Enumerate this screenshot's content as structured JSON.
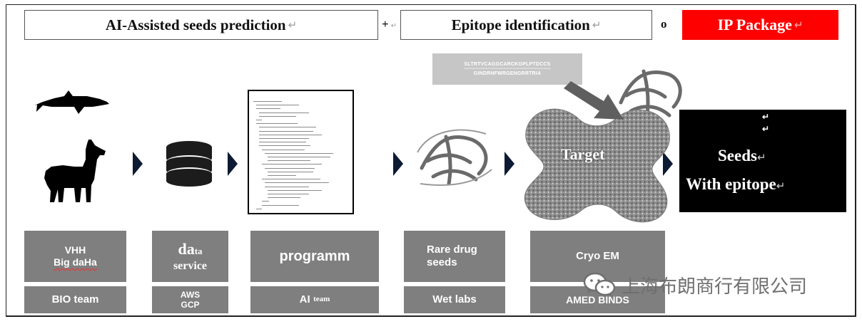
{
  "headers": {
    "ai_assisted": "AI-Assisted seeds prediction",
    "epitope": "Epitope identification",
    "ip_package": "IP Package",
    "plus_operator": "+",
    "o_operator": "o",
    "return_mark": "↵"
  },
  "sequence": {
    "line1": "SLTRTVCAGGCARCKGPLPTDCCS",
    "line2": "------------------------------------------------",
    "line3": "GINDRNFWRGENGRRTRIA"
  },
  "target_label": "Target",
  "seeds_panel": {
    "line1": "Seeds",
    "line2": "With epitope",
    "return_mark": "↵"
  },
  "columns": [
    {
      "top_line1": "VHH",
      "top_line2": "Big daHa",
      "bottom": "BIO team"
    },
    {
      "top_big": "da",
      "top_small": "ta",
      "top_line2": "service",
      "bottom_line1": "AWS",
      "bottom_line2": "GCP"
    },
    {
      "top": "programm",
      "bottom_big": "AI",
      "bottom_small": "team"
    },
    {
      "top_line1": "Rare drug",
      "top_line2": "seeds",
      "bottom": "Wet labs"
    },
    {
      "top": "Cryo EM",
      "bottom": "AMED BINDS"
    }
  ],
  "watermark": {
    "text": "上海布朗商行有限公司",
    "icon": "wechat-icon"
  },
  "colors": {
    "box_gray": "#7f7f7f",
    "ip_red": "#ff0000",
    "arrow_navy": "#0d1a33",
    "panel_black": "#000000"
  }
}
